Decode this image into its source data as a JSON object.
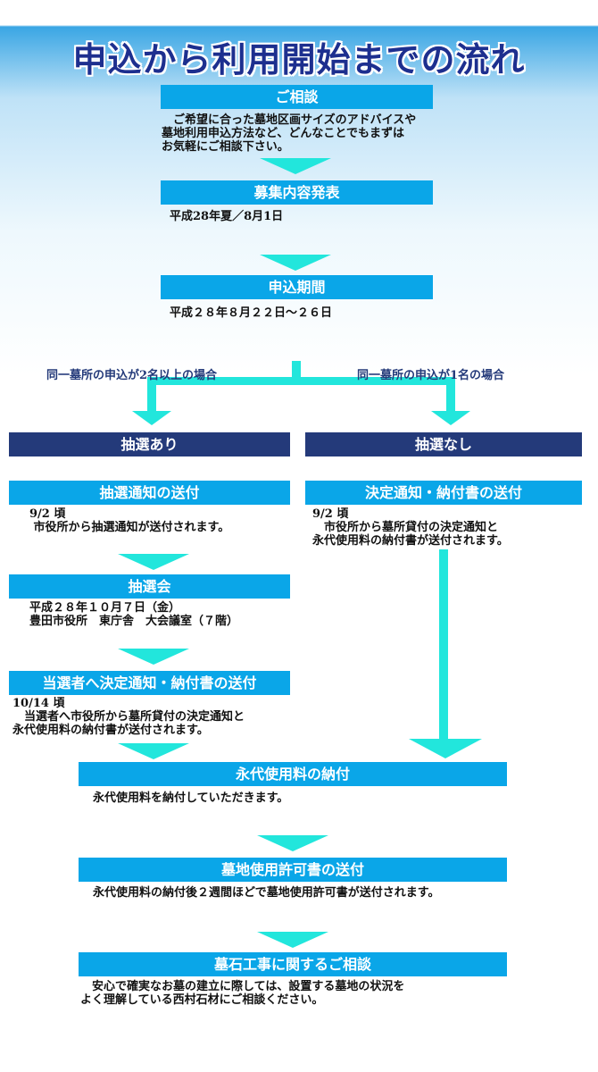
{
  "title": "申込から利用開始までの流れ",
  "steps": {
    "consult": {
      "label": "ご相談",
      "text": "　ご希望に合った墓地区画サイズのアドバイスや\n墓地利用申込方法など、どんなことでもまずは\nお気軽にご相談下さい。"
    },
    "recruit": {
      "label": "募集内容発表",
      "text": "平成28年夏／8月1日"
    },
    "apply": {
      "label": "申込期間",
      "text": "平成２８年８月２２日～２６日"
    }
  },
  "branches": {
    "left_label": "同一墓所の申込が2名以上の場合",
    "right_label": "同一墓所の申込が1名の場合",
    "lottery_yes": "抽選あり",
    "lottery_no": "抽選なし"
  },
  "left": {
    "notice": {
      "label": "抽選通知の送付",
      "text": "9/2 頃\n 市役所から抽選通知が送付されます。"
    },
    "lottery": {
      "label": "抽選会",
      "text": "平成２８年１０月７日（金）\n豊田市役所　東庁舎　大会議室（７階）"
    },
    "winner": {
      "label": "当選者へ決定通知・納付書の送付",
      "text": "10/14 頃\n　当選者へ市役所から墓所貸付の決定通知と\n永代使用料の納付書が送付されます。"
    }
  },
  "right": {
    "decision": {
      "label": "決定通知・納付書の送付",
      "text": "9/2 頃\n　市役所から墓所貸付の決定通知と\n永代使用料の納付書が送付されます。"
    }
  },
  "final": {
    "payment": {
      "label": "永代使用料の納付",
      "text": "永代使用料を納付していただきます。"
    },
    "permit": {
      "label": "墓地使用許可書の送付",
      "text": "永代使用料の納付後２週間ほどで墓地使用許可書が送付されます。"
    },
    "stone": {
      "label": "墓石工事に関するご相談",
      "text": "　安心で確実なお墓の建立に際しては、設置する墓地の状況を\nよく理解している西村石材にご相談ください。"
    }
  },
  "colors": {
    "bar": "#0aa6e8",
    "dark_bar": "#243a7a",
    "arrow": "#22e6dc",
    "title": "#1d2f8f"
  }
}
